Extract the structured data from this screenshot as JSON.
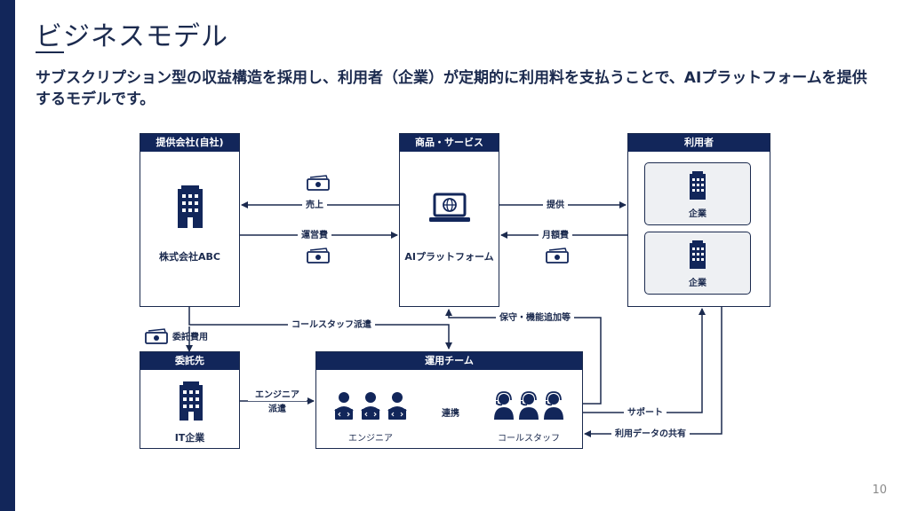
{
  "slide": {
    "title": "ビジネスモデル",
    "subtitle": "サブスクリプション型の収益構造を採用し、利用者（企業）が定期的に利用料を支払うことで、AIプラットフォームを提供するモデルです。",
    "page_number": "10"
  },
  "nodes": {
    "provider": {
      "header": "提供会社(自社)",
      "name": "株式会社ABC"
    },
    "product": {
      "header": "商品・サービス",
      "name": "AIプラットフォーム"
    },
    "users": {
      "header": "利用者",
      "company1": "企業",
      "company2": "企業"
    },
    "outsource": {
      "header": "委託先",
      "name": "IT企業"
    },
    "ops": {
      "header": "運用チーム",
      "engineer": "エンジニア",
      "callstaff": "コールスタッフ",
      "link": "連携"
    }
  },
  "edges": {
    "sales": "売上",
    "operating_cost": "運営費",
    "provide": "提供",
    "monthly_fee": "月額費",
    "call_staff_dispatch": "コールスタッフ派遣",
    "maintenance": "保守・機能追加等",
    "outsource_fee": "委託費用",
    "engineer_dispatch_1": "エンジニア",
    "engineer_dispatch_2": "派遣",
    "support": "サポート",
    "data_sharing": "利用データの共有"
  },
  "colors": {
    "navy": "#12265a",
    "light": "#eef0f3"
  },
  "icons": [
    "building-icon",
    "laptop-globe-icon",
    "money-icon",
    "engineer-icon",
    "headset-icon"
  ]
}
